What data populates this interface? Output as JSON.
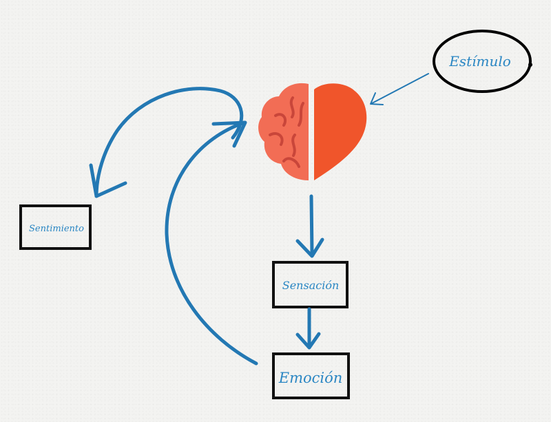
{
  "nodes": {
    "estimulo": "Estímulo",
    "sentimiento": "Sentimiento",
    "sensacion": "Sensación",
    "emocion": "Emoción"
  },
  "icons": {
    "central": "brain-heart-icon"
  },
  "colors": {
    "arrow": "#2378b3",
    "text": "#2a86c3",
    "box": "#111111",
    "brain": "#f26d55",
    "brain_fold": "#c9463a",
    "heart": "#f0552b"
  }
}
